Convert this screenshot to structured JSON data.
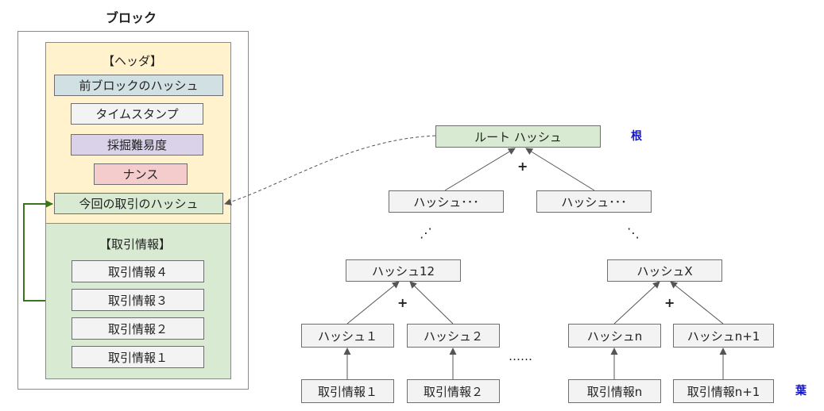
{
  "block": {
    "title": "ブロック",
    "header": {
      "title": "【ヘッダ】",
      "prev_hash": "前ブロックのハッシュ",
      "timestamp": "タイムスタンプ",
      "difficulty": "採掘難易度",
      "nonce": "ナンス",
      "tx_hash": "今回の取引のハッシュ"
    },
    "transactions": {
      "title": "【取引情報】",
      "items": [
        "取引情報４",
        "取引情報３",
        "取引情報２",
        "取引情報１"
      ]
    }
  },
  "tree": {
    "root": "ルート ハッシュ",
    "root_label": "根",
    "leaf_label": "葉",
    "level2_left": "ハッシュ･･･",
    "level2_right": "ハッシュ･･･",
    "vdots_left": "⋰",
    "vdots_right": "⋱",
    "hash12": "ハッシュ12",
    "hashX": "ハッシュX",
    "plus": "+",
    "hash1": "ハッシュ１",
    "hash2": "ハッシュ２",
    "hashn": "ハッシュn",
    "hashn1": "ハッシュn+1",
    "ellipsis": "……",
    "tx1": "取引情報１",
    "tx2": "取引情報２",
    "txn": "取引情報n",
    "txn1": "取引情報n+1"
  },
  "colors": {
    "header_bg": "#fff2cc",
    "tx_bg": "#d9ead3",
    "link_green": "#38761d",
    "side_label": "#1515c8"
  }
}
